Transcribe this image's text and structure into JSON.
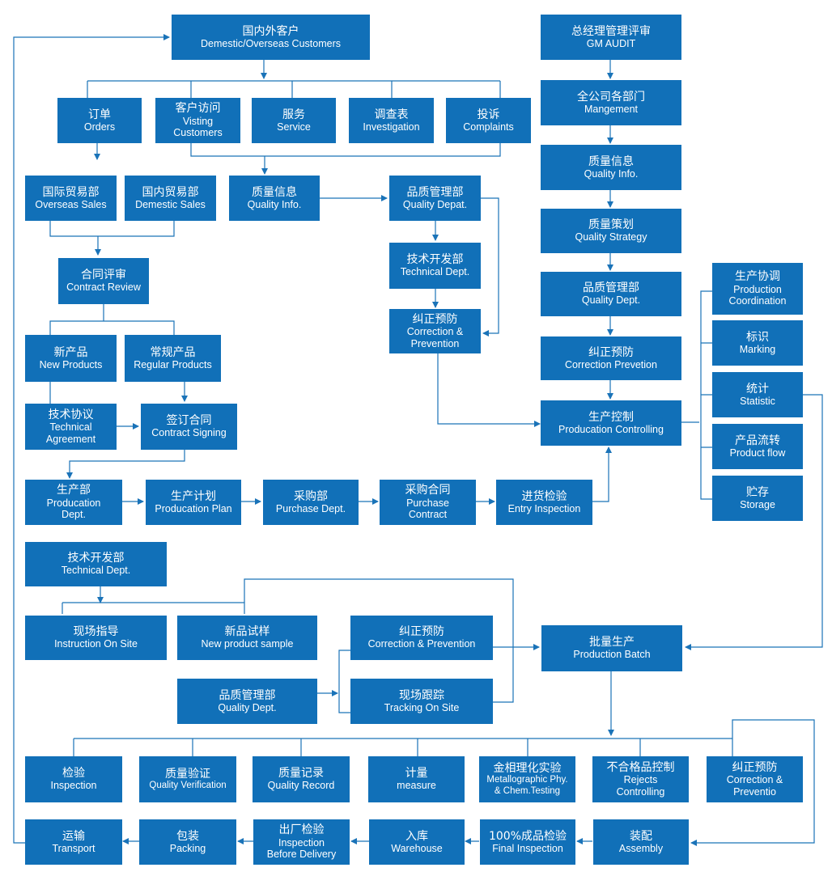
{
  "colors": {
    "box": "#1170b8",
    "line": "#1a73b8",
    "text": "#ffffff"
  },
  "nodes": {
    "customers": {
      "zh": "国内外客户",
      "en": [
        "Demestic/Overseas Customers"
      ]
    },
    "gm_audit": {
      "zh": "总经理管理评审",
      "en": [
        "GM AUDIT"
      ]
    },
    "orders": {
      "zh": "订单",
      "en": [
        "Orders"
      ]
    },
    "visiting": {
      "zh": "客户访问",
      "en": [
        "Visting",
        "Customers"
      ]
    },
    "service": {
      "zh": "服务",
      "en": [
        "Service"
      ]
    },
    "investigation": {
      "zh": "调查表",
      "en": [
        "Investigation"
      ]
    },
    "complaints": {
      "zh": "投诉",
      "en": [
        "Complaints"
      ]
    },
    "management": {
      "zh": "全公司各部门",
      "en": [
        "Mangement"
      ]
    },
    "overseas_sales": {
      "zh": "国际贸易部",
      "en": [
        "Overseas Sales"
      ]
    },
    "domestic_sales": {
      "zh": "国内贸易部",
      "en": [
        "Demestic Sales"
      ]
    },
    "quality_info_1": {
      "zh": "质量信息",
      "en": [
        "Quality Info."
      ]
    },
    "quality_dept_1": {
      "zh": "品质管理部",
      "en": [
        "Quality  Depat."
      ]
    },
    "quality_info_2": {
      "zh": "质量信息",
      "en": [
        "Quality Info."
      ]
    },
    "quality_strategy": {
      "zh": "质量策划",
      "en": [
        "Quality Strategy"
      ]
    },
    "contract_review": {
      "zh": "合同评审",
      "en": [
        "Contract Review"
      ]
    },
    "tech_dept_1": {
      "zh": "技术开发部",
      "en": [
        "Technical  Dept."
      ]
    },
    "quality_dept_2": {
      "zh": "品质管理部",
      "en": [
        "Quality  Dept."
      ]
    },
    "prod_coord": {
      "zh": "生产协调",
      "en": [
        "Production",
        "Coordination"
      ]
    },
    "correction_1": {
      "zh": "纠正预防",
      "en": [
        "Correction &",
        "Prevention"
      ]
    },
    "new_products": {
      "zh": "新产品",
      "en": [
        "New Products"
      ]
    },
    "regular_products": {
      "zh": "常规产品",
      "en": [
        "Regular Products"
      ]
    },
    "marking": {
      "zh": "标识",
      "en": [
        "Marking"
      ]
    },
    "correction_2": {
      "zh": "纠正预防",
      "en": [
        "Correction Prevetion"
      ]
    },
    "statistic": {
      "zh": "统计",
      "en": [
        "Statistic"
      ]
    },
    "tech_agreement": {
      "zh": "技术协议",
      "en": [
        "Technical",
        "Agreement"
      ]
    },
    "contract_signing": {
      "zh": "签订合同",
      "en": [
        "Contract Signing"
      ]
    },
    "prod_controlling": {
      "zh": "生产控制",
      "en": [
        "Producation Controlling"
      ]
    },
    "product_flow": {
      "zh": "产品流转",
      "en": [
        "Product flow"
      ]
    },
    "storage": {
      "zh": "贮存",
      "en": [
        "Storage"
      ]
    },
    "prod_dept": {
      "zh": "生产部",
      "en": [
        "Producation",
        "Dept."
      ]
    },
    "prod_plan": {
      "zh": "生产计划",
      "en": [
        "Producation Plan"
      ]
    },
    "purchase_dept": {
      "zh": "采购部",
      "en": [
        "Purchase Dept."
      ]
    },
    "purchase_contract": {
      "zh": "采购合同",
      "en": [
        "Purchase",
        "Contract"
      ]
    },
    "entry_inspection": {
      "zh": "进货检验",
      "en": [
        "Entry Inspection"
      ]
    },
    "tech_dept_2": {
      "zh": "技术开发部",
      "en": [
        "Technical  Dept."
      ]
    },
    "instruction": {
      "zh": "现场指导",
      "en": [
        "Instruction On Site"
      ]
    },
    "new_sample": {
      "zh": "新品试样",
      "en": [
        "New product sample"
      ]
    },
    "correction_3": {
      "zh": "纠正预防",
      "en": [
        "Correction & Prevention"
      ]
    },
    "prod_batch": {
      "zh": "批量生产",
      "en": [
        "Production Batch"
      ]
    },
    "quality_dept_3": {
      "zh": "品质管理部",
      "en": [
        "Quality Dept."
      ]
    },
    "tracking": {
      "zh": "现场跟踪",
      "en": [
        "Tracking On Site"
      ]
    },
    "inspection": {
      "zh": "检验",
      "en": [
        "Inspection"
      ]
    },
    "quality_verification": {
      "zh": "质量验证",
      "en": [
        "Quality Verification"
      ]
    },
    "quality_record": {
      "zh": "质量记录",
      "en": [
        "Quality Record"
      ]
    },
    "measure": {
      "zh": "计量",
      "en": [
        "measure"
      ]
    },
    "metallographic": {
      "zh": "金相理化实验",
      "en": [
        "Metallographic Phy.",
        "& Chem.Testing"
      ]
    },
    "rejects": {
      "zh": "不合格品控制",
      "en": [
        "Rejects",
        "Controlling"
      ]
    },
    "correction_4": {
      "zh": "纠正预防",
      "en": [
        "Correction &",
        "Preventio"
      ]
    },
    "transport": {
      "zh": "运输",
      "en": [
        "Transport"
      ]
    },
    "packing": {
      "zh": "包装",
      "en": [
        "Packing"
      ]
    },
    "delivery_inspection": {
      "zh": "出厂检验",
      "en": [
        "Inspection",
        "Before Delivery"
      ]
    },
    "warehouse": {
      "zh": "入库",
      "en": [
        "Warehouse"
      ]
    },
    "final_inspection": {
      "zh": "100%成品检验",
      "en": [
        "Final Inspection"
      ]
    },
    "assembly": {
      "zh": "装配",
      "en": [
        "Assembly"
      ]
    }
  }
}
